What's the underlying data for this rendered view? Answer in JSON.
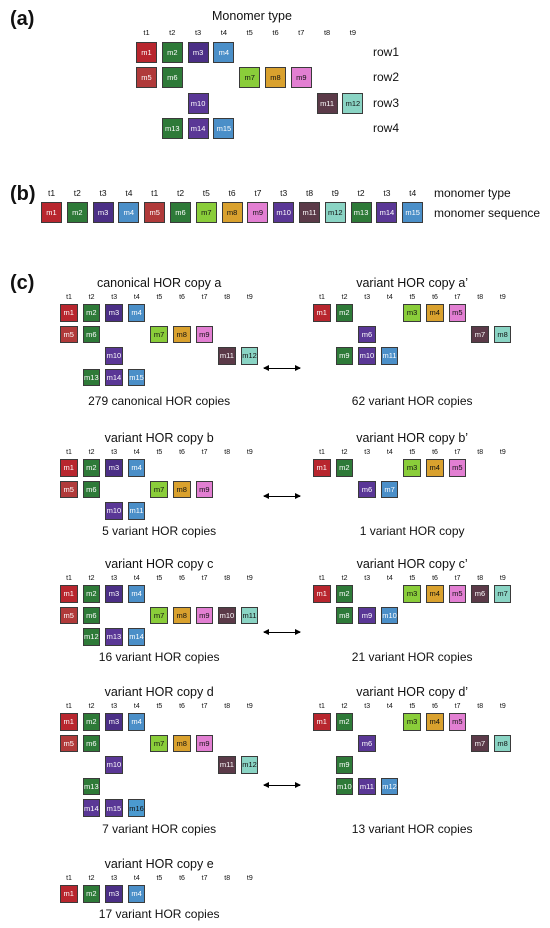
{
  "panel_labels": {
    "a": "(a)",
    "b": "(b)",
    "c": "(c)"
  },
  "types": [
    "t1",
    "t2",
    "t3",
    "t4",
    "t5",
    "t6",
    "t7",
    "t8",
    "t9"
  ],
  "monomer_colors": {
    "m1": "#b8262e",
    "m2": "#2e7a38",
    "m3": "#4b2f86",
    "m4": "#4b8fc8",
    "m5": "#b03a3a",
    "m6": "#2e7a38",
    "m7": "#8acd3a",
    "m8": "#d9a12e",
    "m9": "#e27fd2",
    "m10": "#5a3796",
    "m11": "#5b3a48",
    "m12": "#8ad4c4",
    "m13": "#2e7a38",
    "m14": "#5a3796",
    "m15": "#4b8fc8",
    "m16": "#4b9ad0"
  },
  "panel_a": {
    "title": "Monomer type",
    "row_labels": [
      "row1",
      "row2",
      "row3",
      "row4"
    ],
    "cells": [
      {
        "m": "m1",
        "t": 1,
        "r": 1
      },
      {
        "m": "m2",
        "t": 2,
        "r": 1
      },
      {
        "m": "m3",
        "t": 3,
        "r": 1
      },
      {
        "m": "m4",
        "t": 4,
        "r": 1
      },
      {
        "m": "m5",
        "t": 1,
        "r": 2
      },
      {
        "m": "m6",
        "t": 2,
        "r": 2
      },
      {
        "m": "m7",
        "t": 5,
        "r": 2
      },
      {
        "m": "m8",
        "t": 6,
        "r": 2
      },
      {
        "m": "m9",
        "t": 7,
        "r": 2
      },
      {
        "m": "m10",
        "t": 3,
        "r": 3
      },
      {
        "m": "m11",
        "t": 8,
        "r": 3
      },
      {
        "m": "m12",
        "t": 9,
        "r": 3
      },
      {
        "m": "m13",
        "t": 2,
        "r": 4
      },
      {
        "m": "m14",
        "t": 3,
        "r": 4
      },
      {
        "m": "m15",
        "t": 4,
        "r": 4
      }
    ]
  },
  "panel_b": {
    "label_type": "monomer type",
    "label_sequence": "monomer sequence",
    "sequence_types": [
      "t1",
      "t2",
      "t3",
      "t4",
      "t1",
      "t2",
      "t5",
      "t6",
      "t7",
      "t3",
      "t8",
      "t9",
      "t2",
      "t3",
      "t4"
    ],
    "sequence": [
      "m1",
      "m2",
      "m3",
      "m4",
      "m5",
      "m6",
      "m7",
      "m8",
      "m9",
      "m10",
      "m11",
      "m12",
      "m13",
      "m14",
      "m15"
    ]
  },
  "panel_c": [
    {
      "title": "canonical HOR copy a",
      "caption": "279 canonical HOR copies",
      "cells": [
        {
          "m": "m1",
          "t": 1,
          "r": 1
        },
        {
          "m": "m2",
          "t": 2,
          "r": 1
        },
        {
          "m": "m3",
          "t": 3,
          "r": 1
        },
        {
          "m": "m4",
          "t": 4,
          "r": 1
        },
        {
          "m": "m5",
          "t": 1,
          "r": 2
        },
        {
          "m": "m6",
          "t": 2,
          "r": 2
        },
        {
          "m": "m7",
          "t": 5,
          "r": 2
        },
        {
          "m": "m8",
          "t": 6,
          "r": 2
        },
        {
          "m": "m9",
          "t": 7,
          "r": 2
        },
        {
          "m": "m10",
          "t": 3,
          "r": 3
        },
        {
          "m": "m11",
          "t": 8,
          "r": 3
        },
        {
          "m": "m12",
          "t": 9,
          "r": 3
        },
        {
          "m": "m13",
          "t": 2,
          "r": 4
        },
        {
          "m": "m14",
          "t": 3,
          "r": 4
        },
        {
          "m": "m15",
          "t": 4,
          "r": 4
        }
      ]
    },
    {
      "title": "variant HOR copy a’",
      "caption": "62 variant HOR copies",
      "cells": [
        {
          "m": "m1",
          "t": 1,
          "r": 1,
          "c": "m1"
        },
        {
          "m": "m2",
          "t": 2,
          "r": 1,
          "c": "m2"
        },
        {
          "m": "m3",
          "t": 5,
          "r": 1,
          "c": "m7"
        },
        {
          "m": "m4",
          "t": 6,
          "r": 1,
          "c": "m8"
        },
        {
          "m": "m5",
          "t": 7,
          "r": 1,
          "c": "m9"
        },
        {
          "m": "m6",
          "t": 3,
          "r": 2,
          "c": "m10"
        },
        {
          "m": "m7",
          "t": 8,
          "r": 2,
          "c": "m11"
        },
        {
          "m": "m8",
          "t": 9,
          "r": 2,
          "c": "m12"
        },
        {
          "m": "m9",
          "t": 2,
          "r": 3,
          "c": "m13"
        },
        {
          "m": "m10",
          "t": 3,
          "r": 3,
          "c": "m14"
        },
        {
          "m": "m11",
          "t": 4,
          "r": 3,
          "c": "m15"
        }
      ]
    },
    {
      "title": "variant HOR copy b",
      "caption": "5 variant HOR copies",
      "cells": [
        {
          "m": "m1",
          "t": 1,
          "r": 1
        },
        {
          "m": "m2",
          "t": 2,
          "r": 1
        },
        {
          "m": "m3",
          "t": 3,
          "r": 1
        },
        {
          "m": "m4",
          "t": 4,
          "r": 1
        },
        {
          "m": "m5",
          "t": 1,
          "r": 2
        },
        {
          "m": "m6",
          "t": 2,
          "r": 2
        },
        {
          "m": "m7",
          "t": 5,
          "r": 2
        },
        {
          "m": "m8",
          "t": 6,
          "r": 2
        },
        {
          "m": "m9",
          "t": 7,
          "r": 2
        },
        {
          "m": "m10",
          "t": 3,
          "r": 3
        },
        {
          "m": "m11",
          "t": 4,
          "r": 3,
          "c": "m15"
        }
      ]
    },
    {
      "title": "variant HOR copy b’",
      "caption": "1 variant HOR copy",
      "cells": [
        {
          "m": "m1",
          "t": 1,
          "r": 1,
          "c": "m1"
        },
        {
          "m": "m2",
          "t": 2,
          "r": 1,
          "c": "m2"
        },
        {
          "m": "m3",
          "t": 5,
          "r": 1,
          "c": "m7"
        },
        {
          "m": "m4",
          "t": 6,
          "r": 1,
          "c": "m8"
        },
        {
          "m": "m5",
          "t": 7,
          "r": 1,
          "c": "m9"
        },
        {
          "m": "m6",
          "t": 3,
          "r": 2,
          "c": "m10"
        },
        {
          "m": "m7",
          "t": 4,
          "r": 2,
          "c": "m15"
        }
      ]
    },
    {
      "title": "variant HOR copy c",
      "caption": "16 variant HOR copies",
      "cells": [
        {
          "m": "m1",
          "t": 1,
          "r": 1
        },
        {
          "m": "m2",
          "t": 2,
          "r": 1
        },
        {
          "m": "m3",
          "t": 3,
          "r": 1
        },
        {
          "m": "m4",
          "t": 4,
          "r": 1
        },
        {
          "m": "m5",
          "t": 1,
          "r": 2
        },
        {
          "m": "m6",
          "t": 2,
          "r": 2
        },
        {
          "m": "m7",
          "t": 5,
          "r": 2
        },
        {
          "m": "m8",
          "t": 6,
          "r": 2
        },
        {
          "m": "m9",
          "t": 7,
          "r": 2
        },
        {
          "m": "m10",
          "t": 8,
          "r": 2,
          "c": "m11"
        },
        {
          "m": "m11",
          "t": 9,
          "r": 2,
          "c": "m12"
        },
        {
          "m": "m12",
          "t": 2,
          "r": 3,
          "c": "m13"
        },
        {
          "m": "m13",
          "t": 3,
          "r": 3,
          "c": "m14"
        },
        {
          "m": "m14",
          "t": 4,
          "r": 3,
          "c": "m15"
        }
      ]
    },
    {
      "title": "variant HOR copy c’",
      "caption": "21 variant HOR copies",
      "cells": [
        {
          "m": "m1",
          "t": 1,
          "r": 1,
          "c": "m1"
        },
        {
          "m": "m2",
          "t": 2,
          "r": 1,
          "c": "m2"
        },
        {
          "m": "m3",
          "t": 5,
          "r": 1,
          "c": "m7"
        },
        {
          "m": "m4",
          "t": 6,
          "r": 1,
          "c": "m8"
        },
        {
          "m": "m5",
          "t": 7,
          "r": 1,
          "c": "m9"
        },
        {
          "m": "m6",
          "t": 8,
          "r": 1,
          "c": "m11"
        },
        {
          "m": "m7",
          "t": 9,
          "r": 1,
          "c": "m12"
        },
        {
          "m": "m8",
          "t": 2,
          "r": 2,
          "c": "m13"
        },
        {
          "m": "m9",
          "t": 3,
          "r": 2,
          "c": "m14"
        },
        {
          "m": "m10",
          "t": 4,
          "r": 2,
          "c": "m15"
        }
      ]
    },
    {
      "title": "variant HOR copy d",
      "caption": "7 variant HOR copies",
      "cells": [
        {
          "m": "m1",
          "t": 1,
          "r": 1
        },
        {
          "m": "m2",
          "t": 2,
          "r": 1
        },
        {
          "m": "m3",
          "t": 3,
          "r": 1
        },
        {
          "m": "m4",
          "t": 4,
          "r": 1
        },
        {
          "m": "m5",
          "t": 1,
          "r": 2
        },
        {
          "m": "m6",
          "t": 2,
          "r": 2
        },
        {
          "m": "m7",
          "t": 5,
          "r": 2
        },
        {
          "m": "m8",
          "t": 6,
          "r": 2
        },
        {
          "m": "m9",
          "t": 7,
          "r": 2
        },
        {
          "m": "m10",
          "t": 3,
          "r": 3
        },
        {
          "m": "m11",
          "t": 8,
          "r": 3
        },
        {
          "m": "m12",
          "t": 9,
          "r": 3
        },
        {
          "m": "m13",
          "t": 2,
          "r": 4
        },
        {
          "m": "m14",
          "t": 2,
          "r": 5
        },
        {
          "m": "m15",
          "t": 3,
          "r": 5,
          "c": "m14"
        },
        {
          "m": "m16",
          "t": 4,
          "r": 5
        }
      ]
    },
    {
      "title": "variant HOR copy d’",
      "caption": "13 variant HOR copies",
      "cells": [
        {
          "m": "m1",
          "t": 1,
          "r": 1,
          "c": "m1"
        },
        {
          "m": "m2",
          "t": 2,
          "r": 1,
          "c": "m2"
        },
        {
          "m": "m3",
          "t": 5,
          "r": 1,
          "c": "m7"
        },
        {
          "m": "m4",
          "t": 6,
          "r": 1,
          "c": "m8"
        },
        {
          "m": "m5",
          "t": 7,
          "r": 1,
          "c": "m9"
        },
        {
          "m": "m6",
          "t": 3,
          "r": 2,
          "c": "m10"
        },
        {
          "m": "m7",
          "t": 8,
          "r": 2,
          "c": "m11"
        },
        {
          "m": "m8",
          "t": 9,
          "r": 2,
          "c": "m12"
        },
        {
          "m": "m9",
          "t": 2,
          "r": 3,
          "c": "m13"
        },
        {
          "m": "m10",
          "t": 2,
          "r": 4,
          "c": "m13"
        },
        {
          "m": "m11",
          "t": 3,
          "r": 4,
          "c": "m14"
        },
        {
          "m": "m12",
          "t": 4,
          "r": 4,
          "c": "m15"
        }
      ]
    },
    {
      "title": "variant HOR copy e",
      "caption": "17 variant HOR copies",
      "cells": [
        {
          "m": "m1",
          "t": 1,
          "r": 1
        },
        {
          "m": "m2",
          "t": 2,
          "r": 1
        },
        {
          "m": "m3",
          "t": 3,
          "r": 1
        },
        {
          "m": "m4",
          "t": 4,
          "r": 1
        }
      ]
    }
  ]
}
